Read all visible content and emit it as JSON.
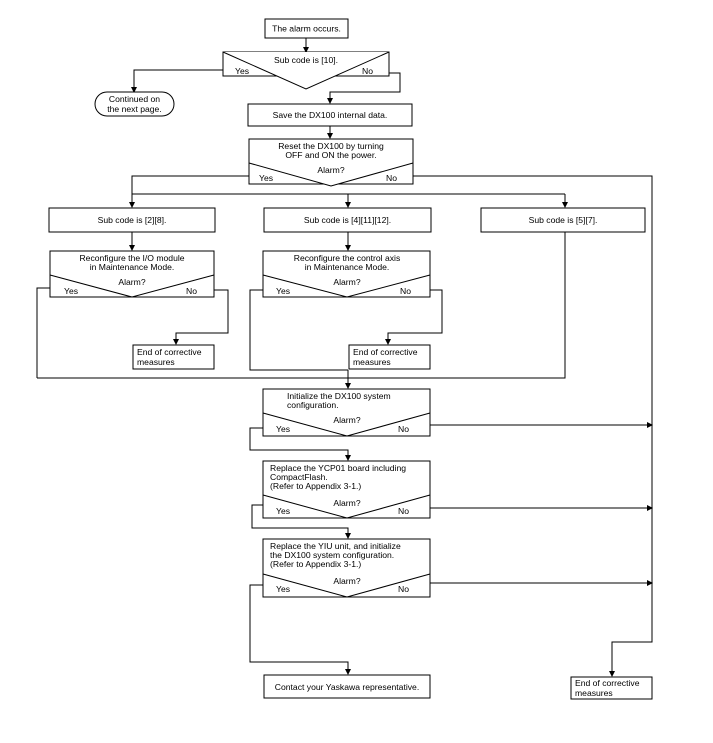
{
  "start": "The alarm occurs.",
  "subcode_check": {
    "question": "Sub code is [10].",
    "yes": "Yes",
    "no": "No"
  },
  "continued": [
    "Continued on",
    "the next page."
  ],
  "save": "Save the DX100 internal data.",
  "reset": {
    "lines": [
      "Reset the DX100 by turning",
      "OFF and ON the power."
    ],
    "question": "Alarm?",
    "yes": "Yes",
    "no": "No"
  },
  "branch_a": {
    "subcode": "Sub code is [2][8].",
    "action": [
      "Reconfigure the I/O module",
      "in Maintenance Mode."
    ],
    "question": "Alarm?",
    "yes": "Yes",
    "no": "No",
    "end": [
      "End of corrective",
      "measures"
    ]
  },
  "branch_b": {
    "subcode": "Sub code is [4][11][12].",
    "action": [
      "Reconfigure the control axis",
      "in Maintenance Mode."
    ],
    "question": "Alarm?",
    "yes": "Yes",
    "no": "No",
    "end": [
      "End of corrective",
      "measures"
    ]
  },
  "branch_c": {
    "subcode": "Sub code is [5][7]."
  },
  "initialize": {
    "lines": [
      "Initialize the DX100 system",
      "configuration."
    ],
    "question": "Alarm?",
    "yes": "Yes",
    "no": "No"
  },
  "replace_ycp": {
    "lines": [
      "Replace the YCP01 board including",
      "CompactFlash.",
      "(Refer to Appendix 3-1.)"
    ],
    "question": "Alarm?",
    "yes": "Yes",
    "no": "No"
  },
  "replace_yiu": {
    "lines": [
      "Replace the YIU unit, and initialize",
      "the DX100 system configuration.",
      "(Refer to Appendix 3-1.)"
    ],
    "question": "Alarm?",
    "yes": "Yes",
    "no": "No"
  },
  "contact": "Contact your Yaskawa representative.",
  "final_end": [
    "End of corrective",
    "measures"
  ]
}
